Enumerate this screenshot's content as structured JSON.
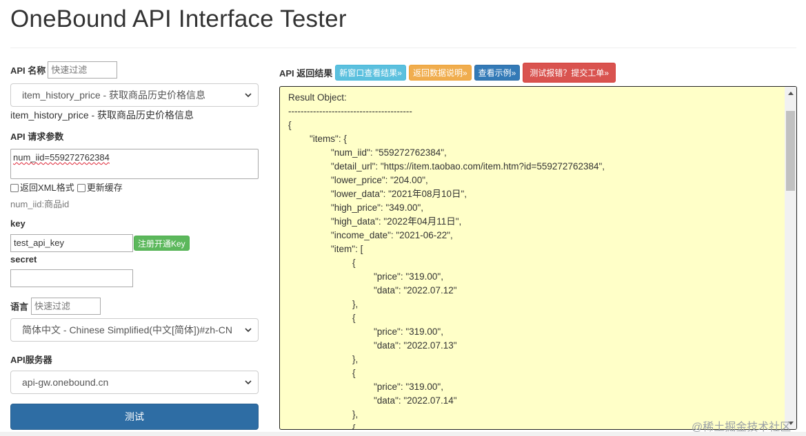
{
  "page": {
    "title": "OneBound API Interface Tester"
  },
  "left": {
    "api_name_label": "API 名称",
    "api_filter_placeholder": "快速过滤",
    "api_select_value": "item_history_price - 获取商品历史价格信息",
    "api_description": "item_history_price - 获取商品历史价格信息",
    "params_label": "API 请求参数",
    "params_value": "num_iid=559272762384",
    "xml_checkbox_label": "返回XML格式",
    "cache_checkbox_label": "更新缓存",
    "param_hint": "num_iid:商品id",
    "key_label": "key",
    "key_value": "test_api_key",
    "register_button": "注册开通Key",
    "secret_label": "secret",
    "secret_value": "",
    "lang_label": "语言",
    "lang_filter_placeholder": "快速过滤",
    "lang_select_value": "简体中文 - Chinese Simplified(中文[简体])#zh-CN",
    "server_label": "API服务器",
    "server_select_value": "api-gw.onebound.cn",
    "test_button": "测试"
  },
  "result": {
    "label": "API 返回结果",
    "buttons": {
      "new_window": "新窗口查看结果»",
      "data_doc": "返回数据说明»",
      "examples": "查看示例»",
      "report": "测试报错？提交工单»"
    },
    "lines": [
      "Result Object:",
      "----------------------------------------",
      "{",
      "\t\"items\": {",
      "\t\t\"num_iid\": \"559272762384\",",
      "\t\t\"detail_url\": \"https://item.taobao.com/item.htm?id=559272762384\",",
      "\t\t\"lower_price\": \"204.00\",",
      "\t\t\"lower_data\": \"2021年08月10日\",",
      "\t\t\"high_price\": \"349.00\",",
      "\t\t\"high_data\": \"2022年04月11日\",",
      "\t\t\"income_date\": \"2021-06-22\",",
      "\t\t\"item\": [",
      "\t\t\t{",
      "\t\t\t\t\"price\": \"319.00\",",
      "\t\t\t\t\"data\": \"2022.07.12\"",
      "\t\t\t},",
      "\t\t\t{",
      "\t\t\t\t\"price\": \"319.00\",",
      "\t\t\t\t\"data\": \"2022.07.13\"",
      "\t\t\t},",
      "\t\t\t{",
      "\t\t\t\t\"price\": \"319.00\",",
      "\t\t\t\t\"data\": \"2022.07.14\"",
      "\t\t\t},",
      "\t\t\t{"
    ]
  },
  "watermark": "@稀土掘金技术社区",
  "colors": {
    "result_background": "#ffffc8",
    "info_button": "#5bc0de",
    "warning_button": "#f0ad4e",
    "primary_button": "#337ab7",
    "danger_button": "#d9534f",
    "success_button": "#5cb85c",
    "test_button": "#2e6da4"
  }
}
